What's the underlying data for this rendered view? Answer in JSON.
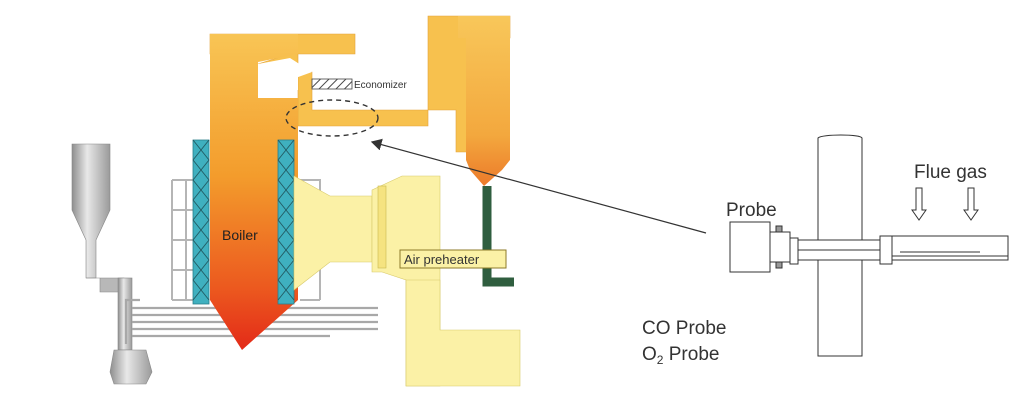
{
  "labels": {
    "economizer": "Economizer",
    "boiler": "Boiler",
    "air_preheater": "Air preheater",
    "probe": "Probe",
    "flue_gas": "Flue gas",
    "co_probe": "CO Probe",
    "o2_probe_main": "O",
    "o2_probe_sub": "2",
    "o2_probe_rest": " Probe"
  },
  "colors": {
    "duct_top": "#f7c14e",
    "duct_fill": "#f2b84c",
    "boiler_hot": "#e8311b",
    "air_yellow": "#fbf1a6",
    "tube_teal": "#3fb0bf",
    "green_pipe": "#2f5e3f",
    "line_dark": "#333333"
  },
  "icons": [
    "arrow-icon",
    "flue-gas-down-arrow-icon"
  ]
}
